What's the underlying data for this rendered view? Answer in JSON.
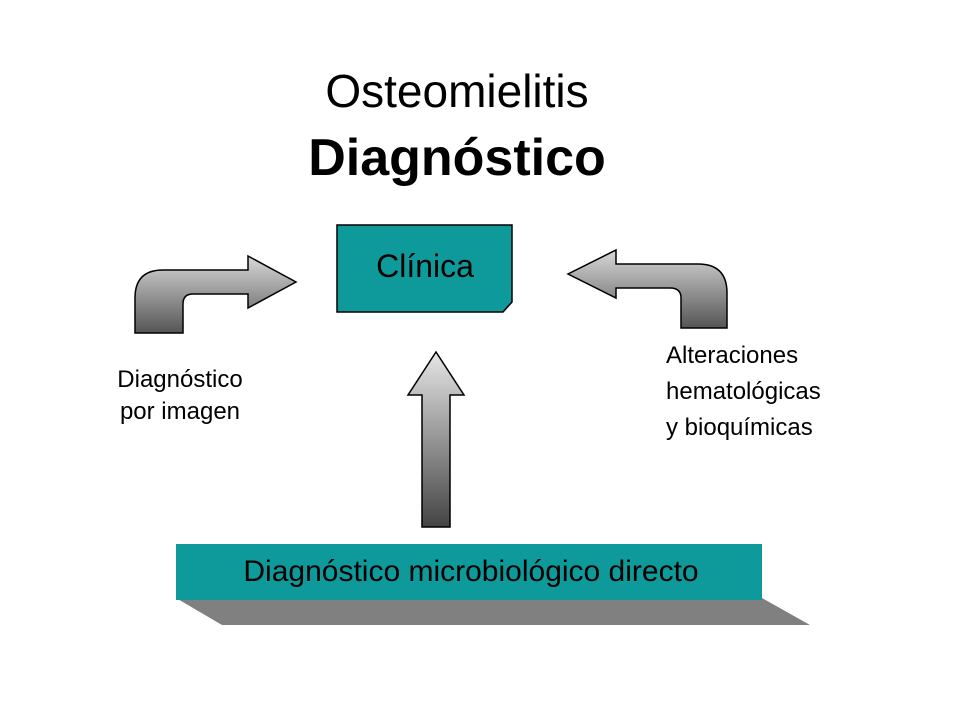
{
  "title": {
    "line1": "Osteomielitis",
    "line2": "Diagnóstico"
  },
  "center_box": {
    "label": "Clínica"
  },
  "left_branch": {
    "line1": "Diagnóstico",
    "line2": "por imagen"
  },
  "right_branch": {
    "line1": "Alteraciones",
    "line2": "hematológicas",
    "line3": "y bioquímicas"
  },
  "bottom_box": {
    "label": "Diagnóstico microbiológico directo"
  },
  "colors": {
    "teal": "#0E9A9A",
    "shadow_gray": "#808080",
    "arrow_light": "#e0e0e0",
    "arrow_dark": "#4a4a4a"
  }
}
